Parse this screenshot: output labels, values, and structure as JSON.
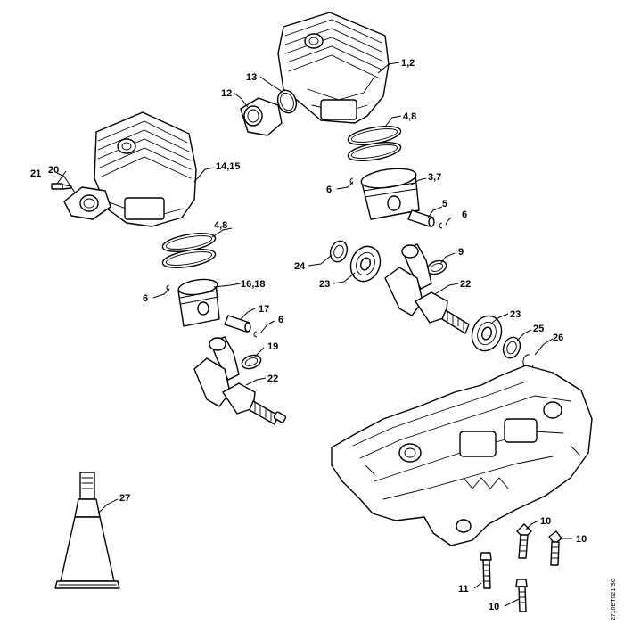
{
  "callouts": {
    "c12_a": "1,2",
    "c13": "13",
    "c12": "12",
    "c48_a": "4,8",
    "c21": "21",
    "c20": "20",
    "c1415": "14,15",
    "c6_a": "6",
    "c37": "3,7",
    "c5": "5",
    "c6_b": "6",
    "c48_b": "4,8",
    "c9": "9",
    "c24": "24",
    "c23_a": "23",
    "c22_a": "22",
    "c6_c": "6",
    "c1618": "16,18",
    "c17": "17",
    "c6_d": "6",
    "c23_b": "23",
    "c25": "25",
    "c26": "26",
    "c19": "19",
    "c22_b": "22",
    "c27": "27",
    "c10_a": "10",
    "c10_b": "10",
    "c11": "11",
    "c10_c": "10"
  },
  "drawing_code": "2710ET021 SC"
}
